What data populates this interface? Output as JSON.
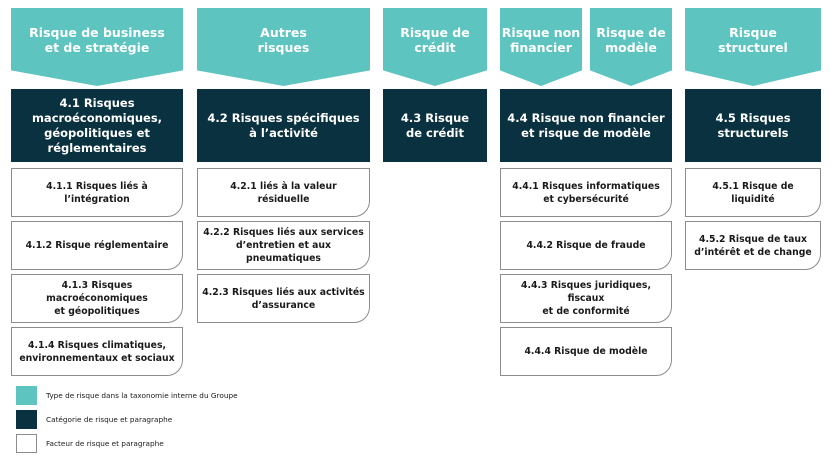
{
  "headers": [
    {
      "lines": [
        "Risque de business",
        "et de stratégie"
      ]
    },
    {
      "lines": [
        "Autres",
        "risques"
      ]
    },
    {
      "lines": [
        "Risque de",
        "crédit"
      ]
    },
    {
      "lines": [
        "Risque non",
        "financier"
      ]
    },
    {
      "lines": [
        "Risque de",
        "modèle"
      ]
    },
    {
      "lines": [
        "Risque",
        "structurel"
      ]
    }
  ],
  "categories": [
    {
      "lines": [
        "4.1 Risques",
        "macroéconomiques,",
        "géopolitiques et",
        "réglementaires"
      ]
    },
    {
      "lines": [
        "4.2 Risques spécifiques",
        "à l’activité"
      ]
    },
    {
      "lines": [
        "4.3 Risque",
        "de crédit"
      ]
    },
    {
      "lines": [
        "4.4 Risque non financier",
        "et risque de modèle"
      ]
    },
    {
      "lines": [
        "4.5 Risques",
        "structurels"
      ]
    }
  ],
  "factors": {
    "col1": [
      {
        "lines": [
          "4.1.1 Risques liés à l’intégration"
        ]
      },
      {
        "lines": [
          "4.1.2 Risque réglementaire"
        ]
      },
      {
        "lines": [
          "4.1.3 Risques macroéconomiques",
          "et géopolitiques"
        ]
      },
      {
        "lines": [
          "4.1.4 Risques climatiques,",
          "environnementaux et sociaux"
        ]
      }
    ],
    "col2": [
      {
        "lines": [
          "4.2.1 liés à la valeur",
          "résiduelle"
        ]
      },
      {
        "lines": [
          "4.2.2 Risques liés aux services",
          "d’entretien et aux pneumatiques"
        ]
      },
      {
        "lines": [
          "4.2.3 Risques liés aux activités",
          "d’assurance"
        ]
      }
    ],
    "col4": [
      {
        "lines": [
          "4.4.1 Risques informatiques",
          "et cybersécurité"
        ]
      },
      {
        "lines": [
          "4.4.2 Risque de fraude"
        ]
      },
      {
        "lines": [
          "4.4.3 Risques juridiques, fiscaux",
          "et de conformité"
        ]
      },
      {
        "lines": [
          "4.4.4 Risque de modèle"
        ]
      }
    ],
    "col5": [
      {
        "lines": [
          "4.5.1 Risque de liquidité"
        ]
      },
      {
        "lines": [
          "4.5.2 Risque de taux",
          "d’intérêt et de change"
        ]
      }
    ]
  },
  "legend": [
    {
      "label": "Type de risque dans la taxonomie interne du Groupe",
      "color": "#5ec4c0"
    },
    {
      "label": "Catégorie de risque et paragraphe",
      "color": "#0a3140"
    },
    {
      "label": "Facteur de risque et paragraphe",
      "color": "#ffffff"
    }
  ],
  "colors": {
    "risk_type": "#5ec4c0",
    "risk_category": "#0a3140",
    "risk_factor_border": "#8c8c8c"
  }
}
